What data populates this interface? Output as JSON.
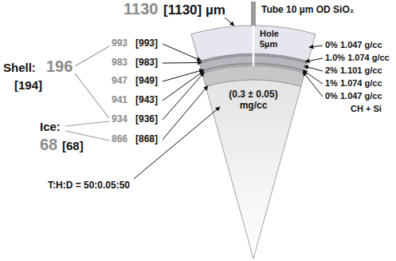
{
  "diagram": {
    "labels": [
      "1130",
      "[1130] µm",
      "Tube 10 µm OD SiO₂",
      "Hole 5µm",
      "Shell:",
      "196",
      "[194]",
      "993",
      "[993]",
      "983",
      "[983]",
      "947",
      "[949]",
      "941",
      "[943]",
      "934",
      "[936]",
      "866",
      "[868]",
      "Ice:",
      "68",
      "[68]",
      "T:H:D = 50:0.05:50",
      "(0.3 ± 0.05) mg/cc",
      "0% 1.047 g/cc",
      "1.0% 1.074 g/cc",
      "2% 1.101 g/cc",
      "1% 1.074 g/cc",
      "0% 1.047 g/cc",
      "CH + Si"
    ]
  }
}
